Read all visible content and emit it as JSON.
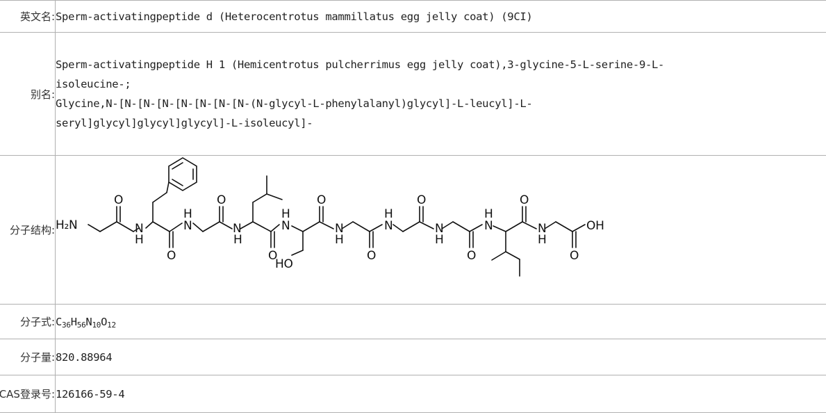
{
  "rows": {
    "english_name": {
      "label": "英文名:",
      "value": "Sperm-activatingpeptide d (Heterocentrotus mammillatus egg jelly coat) (9CI)"
    },
    "alias": {
      "label": "别名:",
      "lines": [
        "Sperm-activatingpeptide H 1 (Hemicentrotus pulcherrimus egg jelly coat),3-glycine-5-L-serine-9-L-",
        "isoleucine-;",
        "Glycine,N-[N-[N-[N-[N-[N-[N-[N-(N-glycyl-L-phenylalanyl)glycyl]-L-leucyl]-L-",
        "seryl]glycyl]glycyl]glycyl]-L-isoleucyl]-"
      ]
    },
    "structure": {
      "label": "分子结构:",
      "atoms": {
        "h2n": "H₂N",
        "o": "O",
        "n": "N",
        "h": "H",
        "ho": "HO",
        "oh": "OH"
      }
    },
    "formula": {
      "label": "分子式:",
      "parts": [
        {
          "el": "C",
          "n": "36"
        },
        {
          "el": "H",
          "n": "56"
        },
        {
          "el": "N",
          "n": "10"
        },
        {
          "el": "O",
          "n": "12"
        }
      ]
    },
    "weight": {
      "label": "分子量:",
      "value": "820.88964"
    },
    "cas": {
      "label": "CAS登录号:",
      "value": "126166-59-4"
    }
  }
}
